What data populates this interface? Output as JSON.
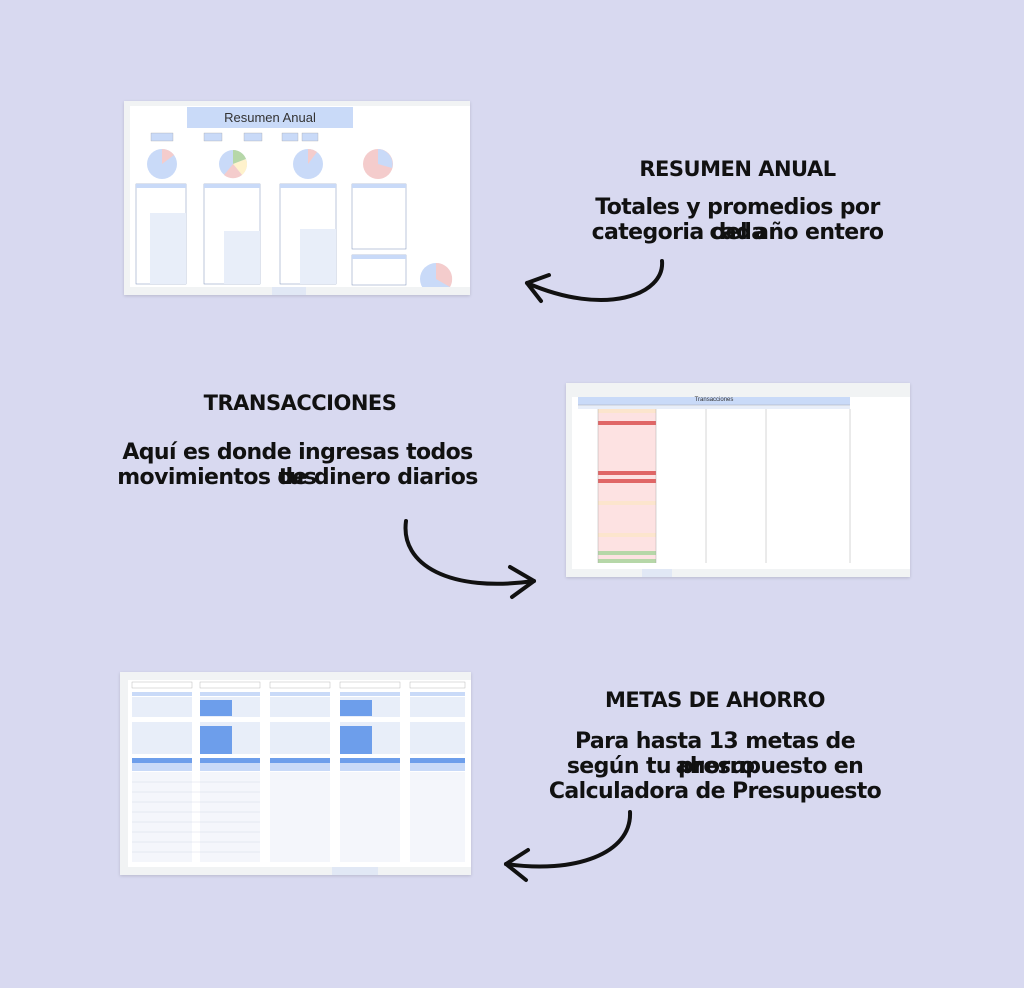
{
  "sections": [
    {
      "heading": "RESUMEN ANUAL",
      "description_line1": "Totales y promedios por cada",
      "description_line2": "categoria del año entero",
      "screenshot_title": "Resumen Anual"
    },
    {
      "heading": "TRANSACCIONES",
      "description_line1": "Aquí es donde ingresas todos tus",
      "description_line2": "movimientos de dinero diarios",
      "screenshot_title": "Transacciones"
    },
    {
      "heading": "METAS DE AHORRO",
      "description_line1": "Para hasta 13 metas de ahorro",
      "description_line2": "según tu presupuesto en",
      "description_line3": "Calculadora de Presupuesto"
    }
  ],
  "colors": {
    "background": "#d8d9f0",
    "header_blue": "#c9daf8",
    "accent_blue": "#4a86e8",
    "ink": "#111111"
  }
}
